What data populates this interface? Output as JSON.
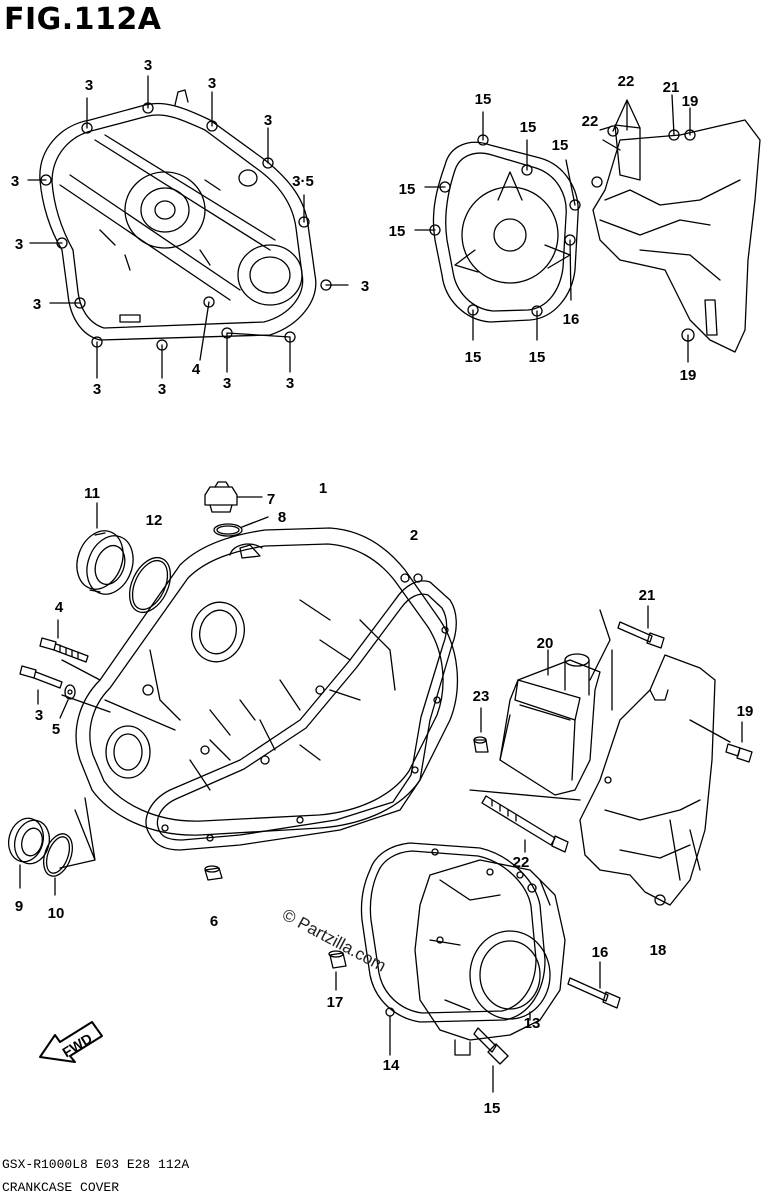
{
  "figure": {
    "title": "FIG.112A",
    "model_code": "GSX-R1000L8  E03  E28  112A",
    "caption": "CRANKCASE COVER",
    "watermark": "© Partzilla.com",
    "fwd_label": "FWD"
  },
  "callouts": {
    "c3_top": "3",
    "c3_tl": "3",
    "c3_tr": "3",
    "c3_r1": "3",
    "c3_r2": "3·5",
    "c3_l1": "3",
    "c3_l2": "3",
    "c3_l3": "3",
    "c3_r3": "3",
    "c3_b1": "3",
    "c3_b2": "3",
    "c3_b3": "3",
    "c3_b4": "3",
    "c4_top": "4",
    "c15_t1": "15",
    "c15_t2": "15",
    "c15_t3": "15",
    "c15_l1": "15",
    "c15_l2": "15",
    "c15_b1": "15",
    "c15_b2": "15",
    "c16_top": "16",
    "c22_a": "22",
    "c22_b": "22",
    "c21_top": "21",
    "c19_a": "19",
    "c19_b": "19",
    "p1": "1",
    "p2": "2",
    "p3": "3",
    "p4": "4",
    "p5": "5",
    "p6": "6",
    "p7": "7",
    "p8": "8",
    "p9": "9",
    "p10": "10",
    "p11": "11",
    "p12": "12",
    "p13": "13",
    "p14": "14",
    "p15": "15",
    "p16": "16",
    "p17": "17",
    "p18": "18",
    "p19": "19",
    "p20": "20",
    "p21": "21",
    "p22": "22",
    "p23": "23"
  },
  "colors": {
    "line": "#000000",
    "background": "#ffffff"
  }
}
